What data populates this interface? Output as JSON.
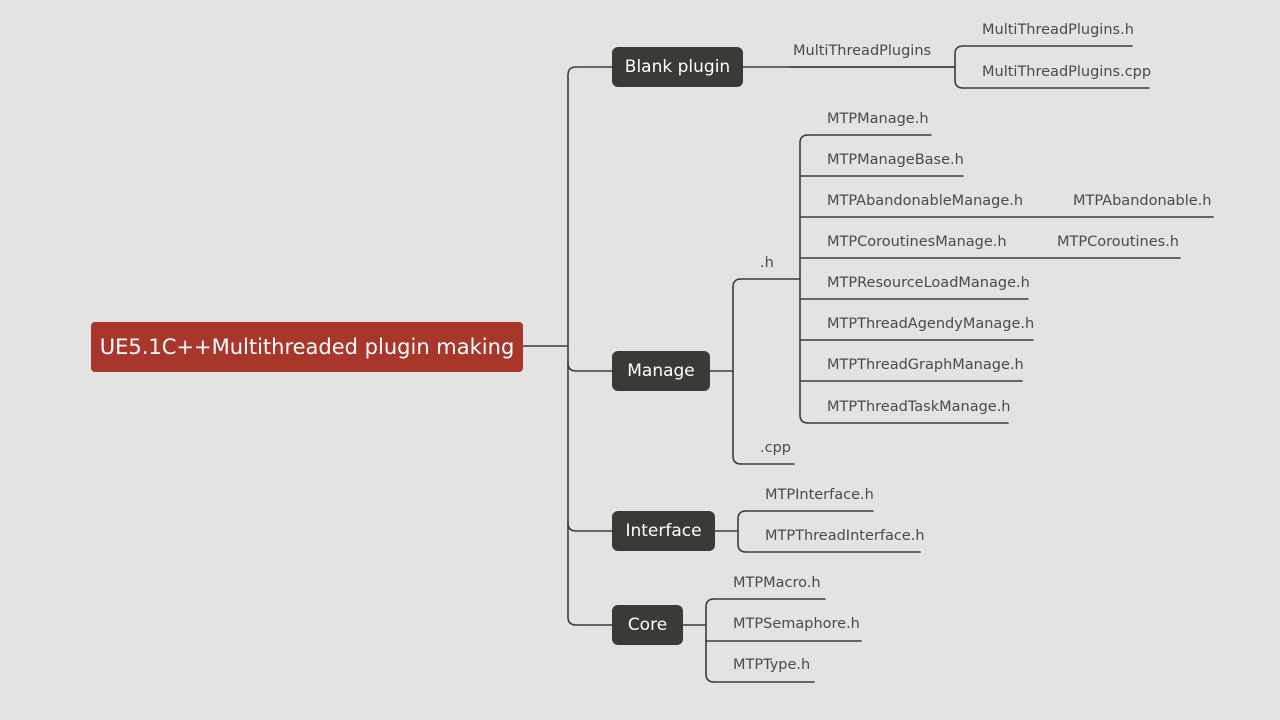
{
  "root": {
    "label": "UE5.1C++Multithreaded plugin making"
  },
  "blank_plugin": {
    "label": "Blank plugin",
    "folder": "MultiThreadPlugins",
    "files": [
      "MultiThreadPlugins.h",
      "MultiThreadPlugins.cpp"
    ]
  },
  "manage": {
    "label": "Manage",
    "h_group": {
      "label": ".h",
      "files": [
        "MTPManage.h",
        "MTPManageBase.h",
        "MTPAbandonableManage.h",
        "MTPCoroutinesManage.h",
        "MTPResourceLoadManage.h",
        "MTPThreadAgendyManage.h",
        "MTPThreadGraphManage.h",
        "MTPThreadTaskManage.h"
      ],
      "abandonable_child": "MTPAbandonable.h",
      "coroutines_child": "MTPCoroutines.h"
    },
    "cpp_group": {
      "label": ".cpp"
    }
  },
  "interface": {
    "label": "Interface",
    "files": [
      "MTPInterface.h",
      "MTPThreadInterface.h"
    ]
  },
  "core": {
    "label": "Core",
    "files": [
      "MTPMacro.h",
      "MTPSemaphore.h",
      "MTPType.h"
    ]
  },
  "colors": {
    "background": "#e3e3e3",
    "root_fill": "#a8362a",
    "main_fill": "#3a3a36",
    "connector": "#3c3c3c",
    "leaf_text": "#4a4a4a"
  }
}
